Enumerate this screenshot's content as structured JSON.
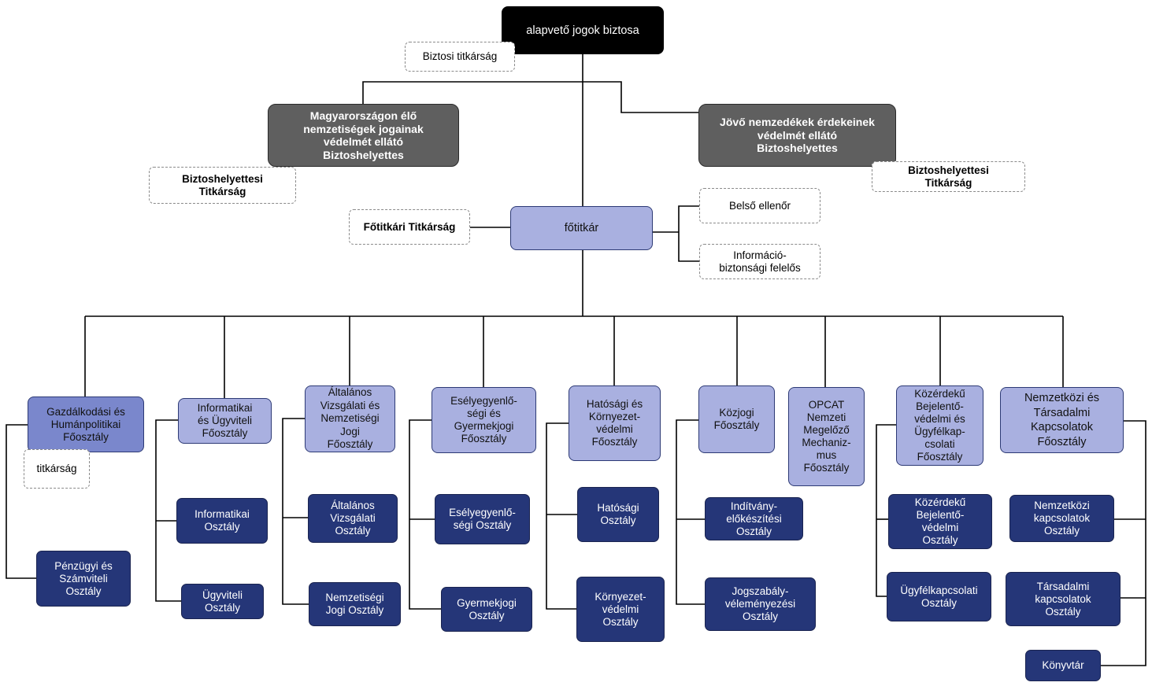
{
  "top": {
    "head": "alapvető jogok biztosa",
    "head_secretariat": "Biztosi titkárság",
    "deputy_left": "Magyarországon élő\nnemzetiségek jogainak\nvédelmét ellátó\nBiztoshelyettes",
    "deputy_left_secretariat": "Biztoshelyettesi\nTitkárság",
    "deputy_right": "Jövő nemzedékek  érdekeinek\nvédelmét ellátó\nBiztoshelyettes",
    "deputy_right_secretariat": "Biztoshelyettesi\nTitkárság"
  },
  "secretary_general": {
    "label": "főtitkár",
    "secretariat": "Főtitkári Titkárság",
    "internal_auditor": "Belső ellenőr",
    "infosec_officer": "Információ-\nbiztonsági felelős"
  },
  "departments": [
    {
      "name": "Gazdálkodási és\nHumánpolitikai\nFőosztály",
      "units": [
        "titkárság",
        "Pénzügyi és\nSzámviteli\nOsztály"
      ]
    },
    {
      "name": "Informatikai\nés Ügyviteli\nFőosztály",
      "units": [
        "Informatikai\nOsztály",
        "Ügyviteli\nOsztály"
      ]
    },
    {
      "name": "Általános\nVizsgálati és\nNemzetiségi\nJogi\nFőosztály",
      "units": [
        "Általános\nVizsgálati\nOsztály",
        "Nemzetiségi\nJogi Osztály"
      ]
    },
    {
      "name": "Esélyegyenlő-\nségi és\nGyermekjogi\nFőosztály",
      "units": [
        "Esélyegyenlő-\nségi Osztály",
        "Gyermekjogi\nOsztály"
      ]
    },
    {
      "name": "Hatósági és\nKörnyezet-\nvédelmi\nFőosztály",
      "units": [
        "Hatósági\nOsztály",
        "Környezet-\nvédelmi\nOsztály"
      ]
    },
    {
      "name": "Közjogi\nFőosztály",
      "units": [
        "Indítvány-\nelőkészítési\nOsztály",
        "Jogszabály-\nvéleményezési\nOsztály"
      ]
    },
    {
      "name": "OPCAT\nNemzeti\nMegelőző\nMechaniz-\nmus\nFőosztály",
      "units": []
    },
    {
      "name": "Közérdekű\nBejelentő-\nvédelmi és\nÜgyfélkap-\ncsolati\nFőosztály",
      "units": [
        "Közérdekű\nBejelentő-\nvédelmi\nOsztály",
        "Ügyfélkapcsolati\nOsztály"
      ]
    },
    {
      "name": "Nemzetközi és\nTársadalmi\nKapcsolatok\nFőosztály",
      "units": [
        "Nemzetközi\nkapcsolatok\nOsztály",
        "Társadalmi\nkapcsolatok\nOsztály",
        "Könyvtár"
      ]
    }
  ],
  "colors": {
    "head": "#000000",
    "deputy": "#5f5f5f",
    "department": "#a9b0e0",
    "unit": "#253678"
  }
}
